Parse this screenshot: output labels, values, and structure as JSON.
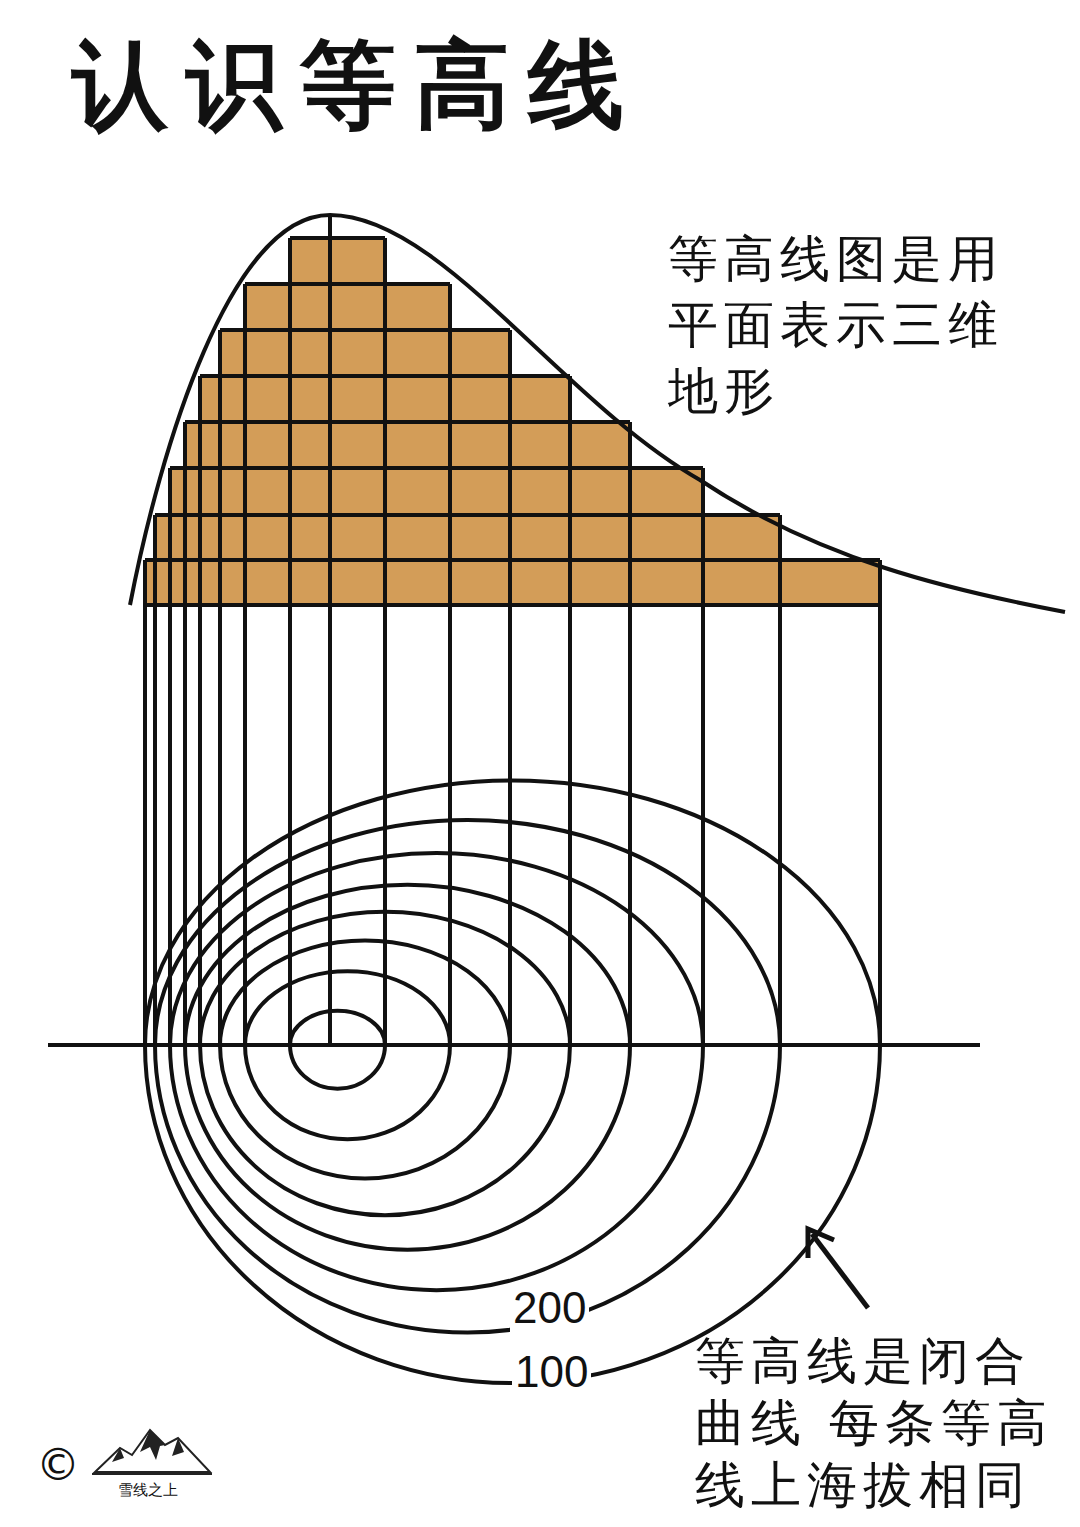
{
  "diagram": {
    "title": "认识等高线",
    "labels": [
      "等高线图是用 平面表示三维 地形",
      "200",
      "100",
      "等高线是闭合 曲线 每条等高 线上海拔相同",
      "©",
      "雪线之上"
    ]
  }
}
